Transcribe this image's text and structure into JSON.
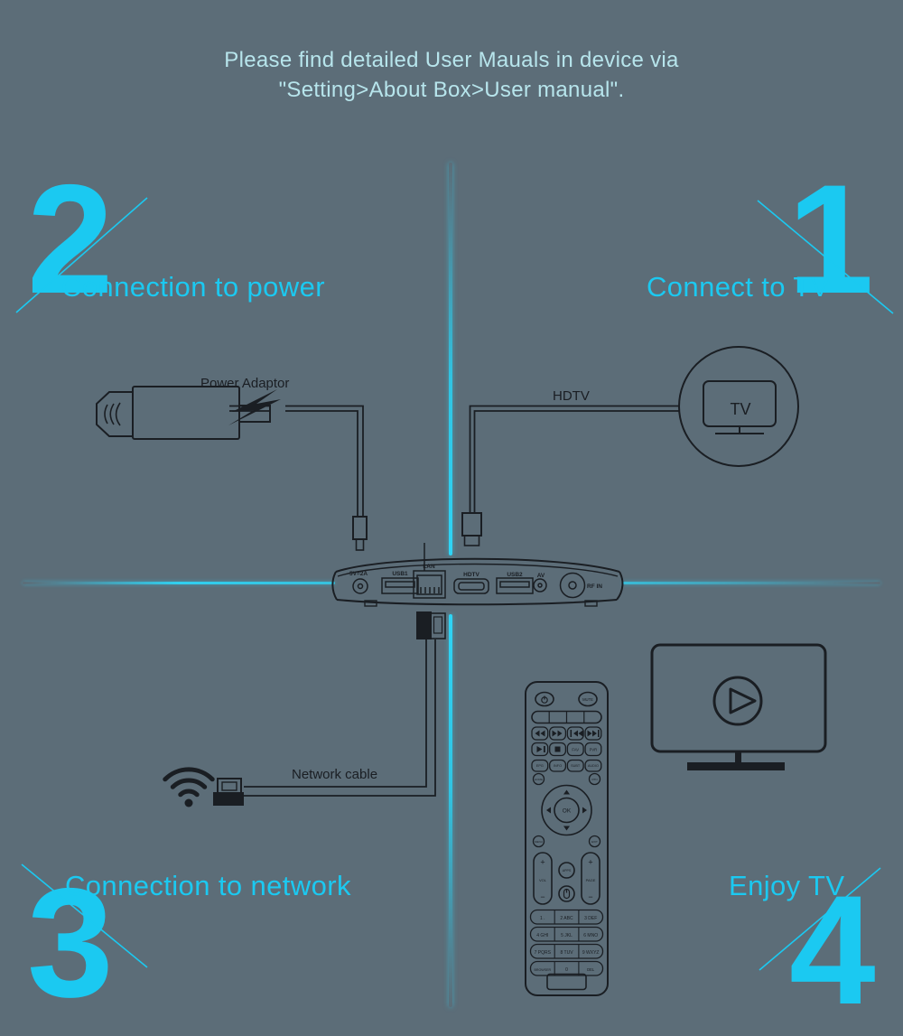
{
  "colors": {
    "background": "#5c6d78",
    "accent": "#1bc9f1",
    "header_text": "#b7e5ec",
    "line_art": "#1a1e23"
  },
  "header": {
    "line1": "Please find detailed User Mauals in device via",
    "line2": "\"Setting>About Box>User manual\"."
  },
  "steps": {
    "one": {
      "number": "1",
      "label": "Connect to TV"
    },
    "two": {
      "number": "2",
      "label": "Connection to power"
    },
    "three": {
      "number": "3",
      "label": "Connection to network"
    },
    "four": {
      "number": "4",
      "label": "Enjoy TV"
    }
  },
  "labels": {
    "power_adaptor": "Power Adaptor",
    "hdtv_cable": "HDTV",
    "network_cable": "Network cable",
    "tv_screen": "TV"
  },
  "box_ports": {
    "power": "5V=2A",
    "usb1": "USB1",
    "lan": "LAN",
    "hdmi": "HDTV",
    "usb2": "USB2",
    "av": "AV",
    "rf": "RF IN"
  },
  "remote": {
    "mute": "MUTE",
    "fav": "FAV",
    "pvr": "PVR",
    "info_row": [
      "EPG",
      "INFO",
      "SUBT",
      "AUDIO"
    ],
    "ok": "OK",
    "corner_buttons": {
      "home": "HOME",
      "rtn": "RTN",
      "menu": "MENU",
      "exit": "EXIT"
    },
    "vol": "VOL",
    "page": "PAGE",
    "apps": "APPS",
    "plus": "+",
    "minus": "−",
    "keypad": [
      [
        "1 .",
        "2 ABC",
        "3 DEF"
      ],
      [
        "4 GHI",
        "5 JKL",
        "6 MNO"
      ],
      [
        "7 PQRS",
        "8 TUV",
        "9 WXYZ"
      ],
      [
        "BROWSER",
        "0",
        "DEL"
      ]
    ]
  }
}
